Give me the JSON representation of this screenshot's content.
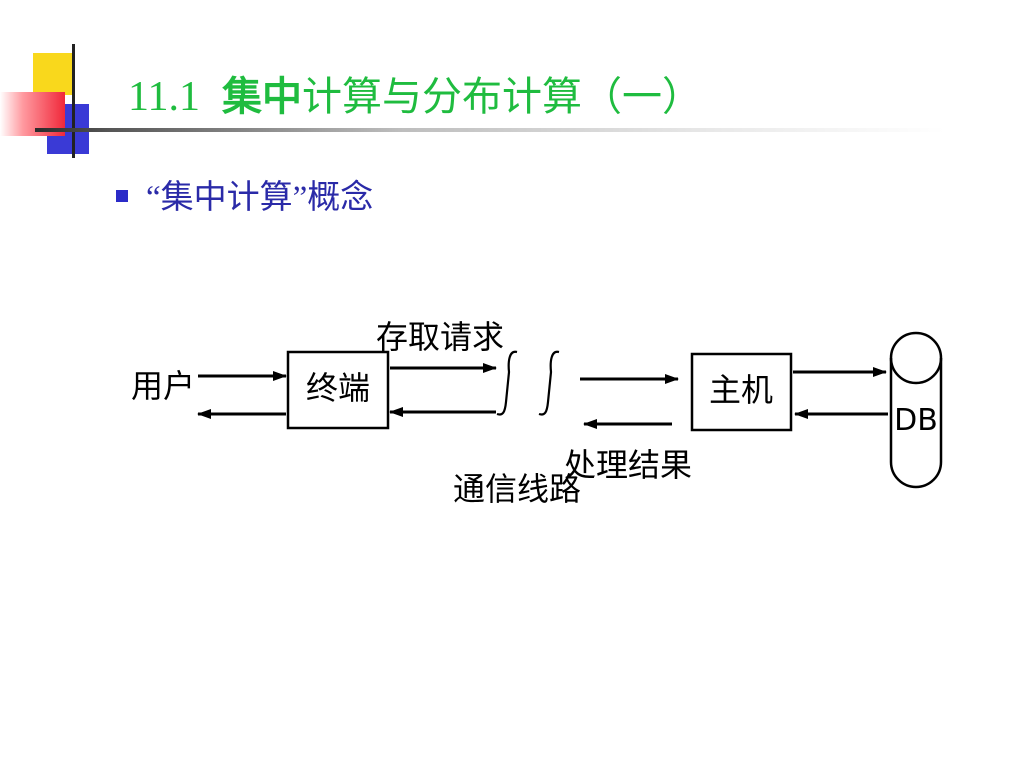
{
  "title": {
    "number": "11.1",
    "bold": "集中",
    "rest": "计算与分布计算（一）"
  },
  "bullet": {
    "text": "“集中计算”概念"
  },
  "diagram": {
    "user": "用户",
    "terminal": "终端",
    "access_request": "存取请求",
    "comm_line": "通信线路",
    "result": "处理结果",
    "host": "主机",
    "db": "DB"
  },
  "colors": {
    "title": "#1fbc3f",
    "bullet": "#2a2aa8",
    "bullet_mark": "#2b2bc8",
    "deco_yellow": "#f9d81c",
    "deco_blue": "#3a3ad6",
    "deco_red": "#f0283a"
  }
}
